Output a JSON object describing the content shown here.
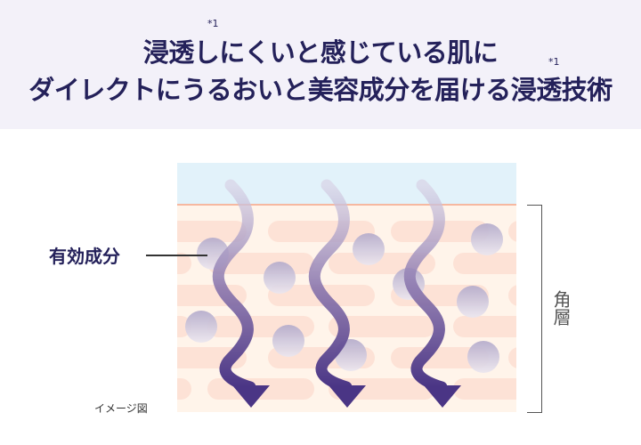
{
  "header": {
    "title_line1": "浸透しにくいと感じている肌に",
    "title_line2": "ダイレクトにうるおいと美容成分を届ける浸透技術",
    "footnote_mark1": "*1",
    "footnote_mark2": "*1",
    "background": "#f3f1f9",
    "text_color": "#24215a"
  },
  "diagram": {
    "ingredient_label": "有効成分",
    "layer_label": "角層",
    "caption": "イメージ図",
    "colors": {
      "surface": "#e2f2fa",
      "skin": "#fff4ea",
      "cells": "#fde2d6",
      "surface_line": "#f6b8a0",
      "arrow_top": "#d8d3e6",
      "arrow_bottom": "#4a3585",
      "orb": "#b4abcb"
    },
    "arrow_count": 3
  }
}
